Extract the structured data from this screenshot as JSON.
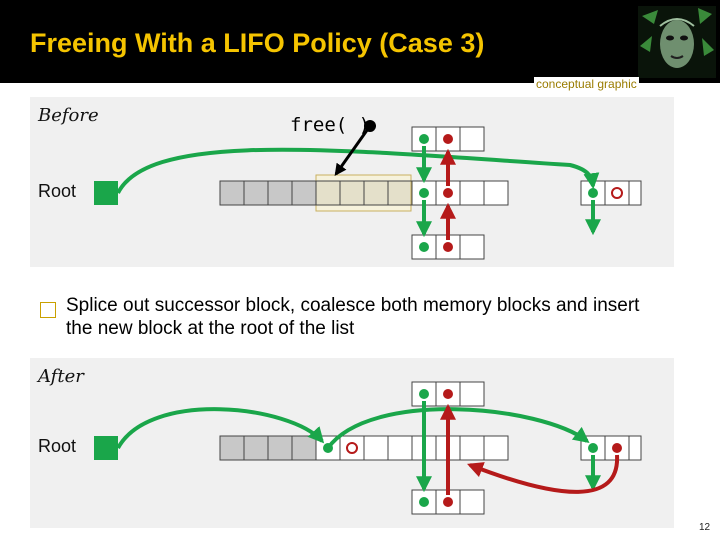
{
  "slide": {
    "title": "Freeing With a LIFO Policy (Case 3)",
    "caption": "conceptual graphic",
    "before_label": "Before",
    "after_label": "After",
    "root_label": "Root",
    "code_text": "free( )",
    "bullet": "Splice out successor block, coalesce both memory blocks and insert the new block at the root of the list",
    "page_number": "12",
    "colors": {
      "title": "#f5c400",
      "green_link": "#1aa64a",
      "red_link": "#b51a1a",
      "block_fill": "#c8c8c8",
      "highlight_block": "#fbf4cc"
    }
  }
}
